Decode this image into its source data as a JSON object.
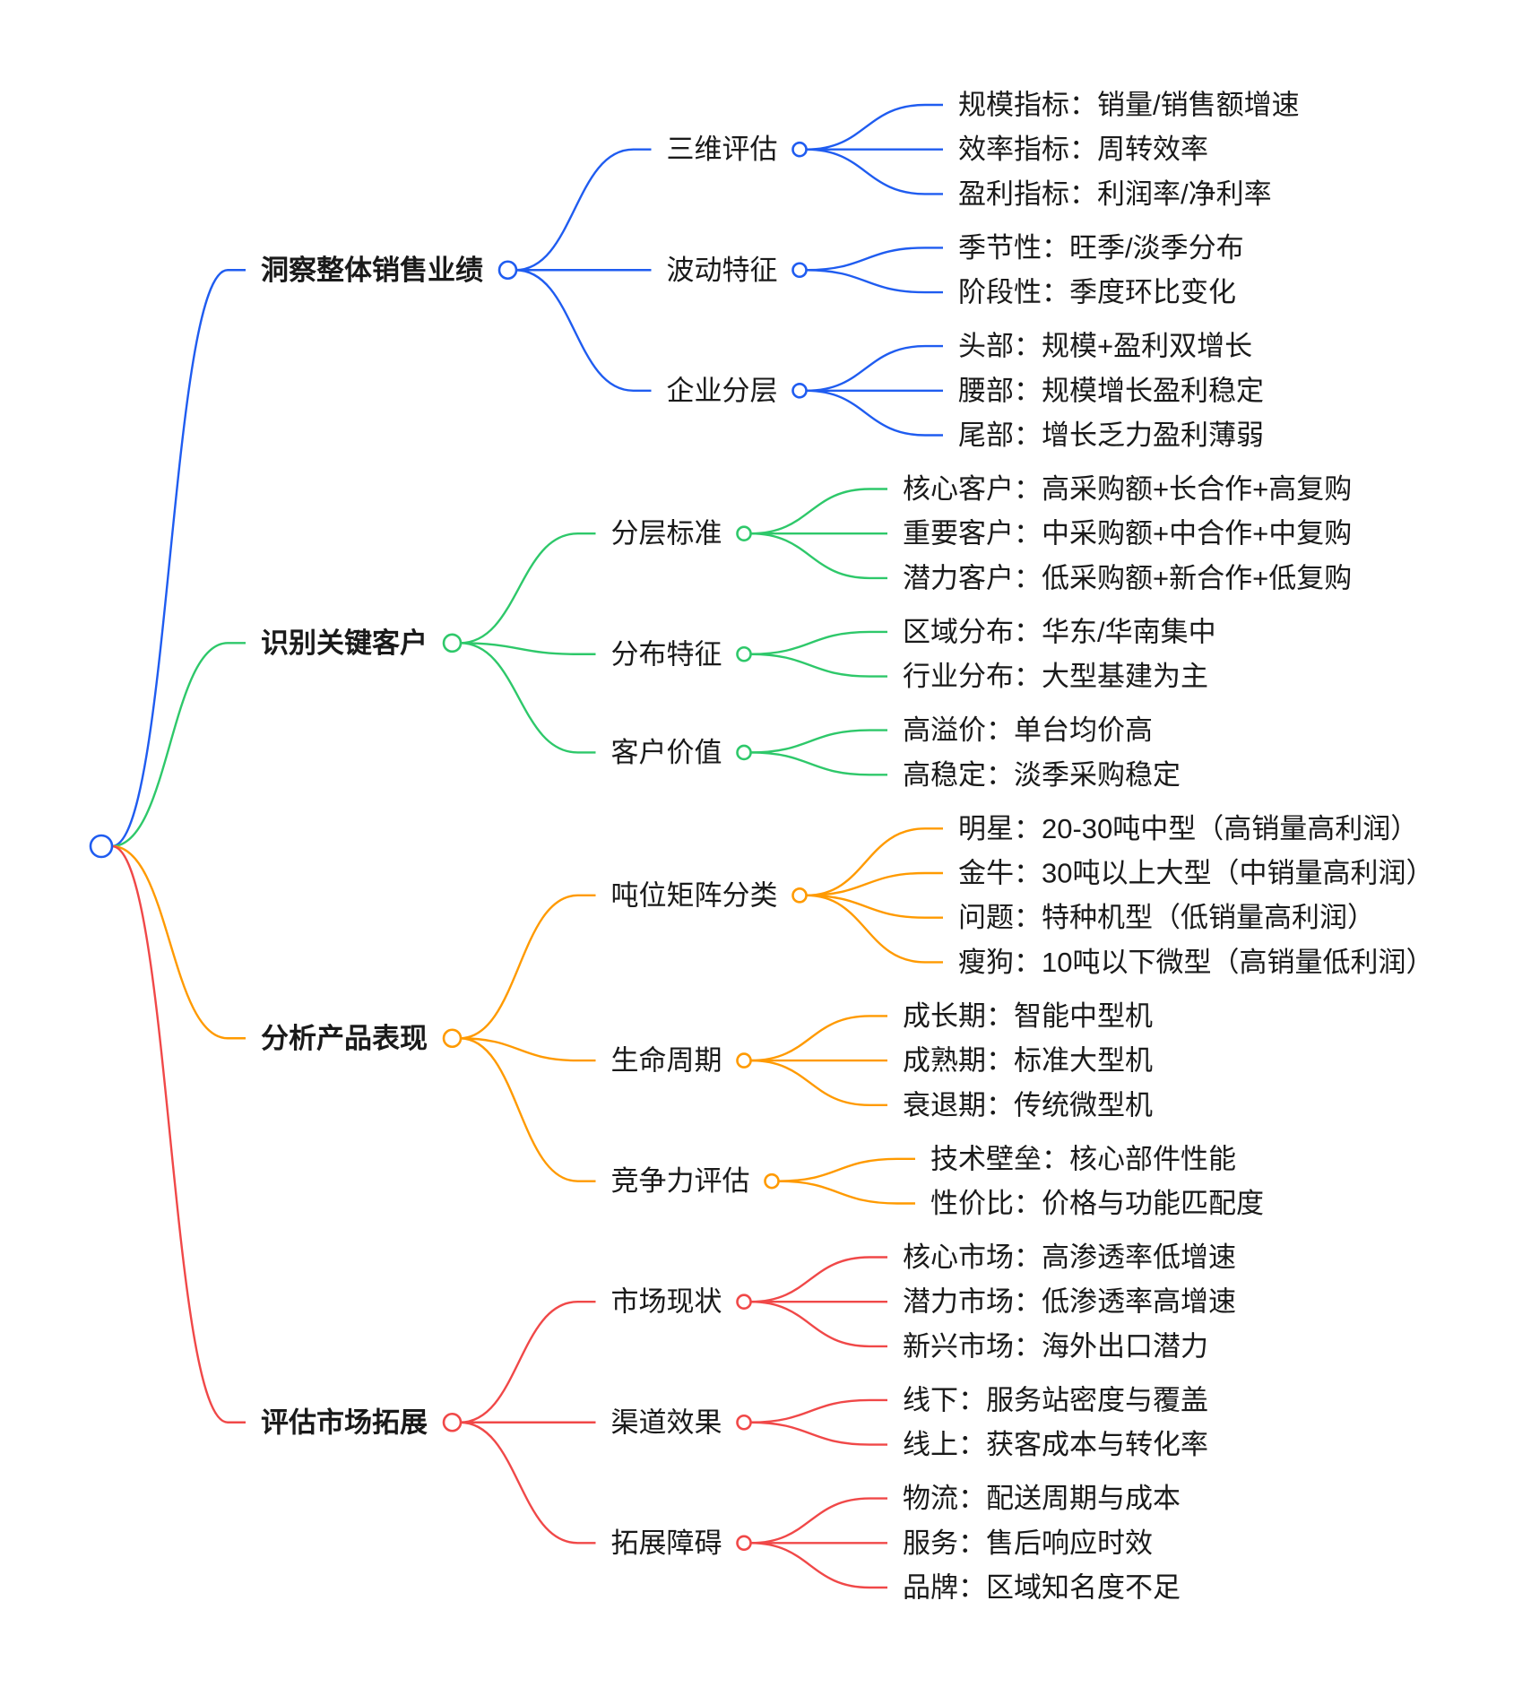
{
  "root": {
    "color": "#1f5cf0"
  },
  "branches": [
    {
      "label": "洞察整体销售业绩",
      "color": "#1f5cf0",
      "children": [
        {
          "label": "三维评估",
          "children": [
            "规模指标：销量/销售额增速",
            "效率指标：周转效率",
            "盈利指标：利润率/净利率"
          ]
        },
        {
          "label": "波动特征",
          "children": [
            "季节性：旺季/淡季分布",
            "阶段性：季度环比变化"
          ]
        },
        {
          "label": "企业分层",
          "children": [
            "头部：规模+盈利双增长",
            "腰部：规模增长盈利稳定",
            "尾部：增长乏力盈利薄弱"
          ]
        }
      ]
    },
    {
      "label": "识别关键客户",
      "color": "#2ec86a",
      "children": [
        {
          "label": "分层标准",
          "children": [
            "核心客户：高采购额+长合作+高复购",
            "重要客户：中采购额+中合作+中复购",
            "潜力客户：低采购额+新合作+低复购"
          ]
        },
        {
          "label": "分布特征",
          "children": [
            "区域分布：华东/华南集中",
            "行业分布：大型基建为主"
          ]
        },
        {
          "label": "客户价值",
          "children": [
            "高溢价：单台均价高",
            "高稳定：淡季采购稳定"
          ]
        }
      ]
    },
    {
      "label": "分析产品表现",
      "color": "#ff9a00",
      "children": [
        {
          "label": "吨位矩阵分类",
          "children": [
            "明星：20-30吨中型（高销量高利润）",
            "金牛：30吨以上大型（中销量高利润）",
            "问题：特种机型（低销量高利润）",
            "瘦狗：10吨以下微型（高销量低利润）"
          ]
        },
        {
          "label": "生命周期",
          "children": [
            "成长期：智能中型机",
            "成熟期：标准大型机",
            "衰退期：传统微型机"
          ]
        },
        {
          "label": "竞争力评估",
          "children": [
            "技术壁垒：核心部件性能",
            "性价比：价格与功能匹配度"
          ]
        }
      ]
    },
    {
      "label": "评估市场拓展",
      "color": "#f04848",
      "children": [
        {
          "label": "市场现状",
          "children": [
            "核心市场：高渗透率低增速",
            "潜力市场：低渗透率高增速",
            "新兴市场：海外出口潜力"
          ]
        },
        {
          "label": "渠道效果",
          "children": [
            "线下：服务站密度与覆盖",
            "线上：获客成本与转化率"
          ]
        },
        {
          "label": "拓展障碍",
          "children": [
            "物流：配送周期与成本",
            "服务：售后响应时效",
            "品牌：区域知名度不足"
          ]
        }
      ]
    }
  ]
}
